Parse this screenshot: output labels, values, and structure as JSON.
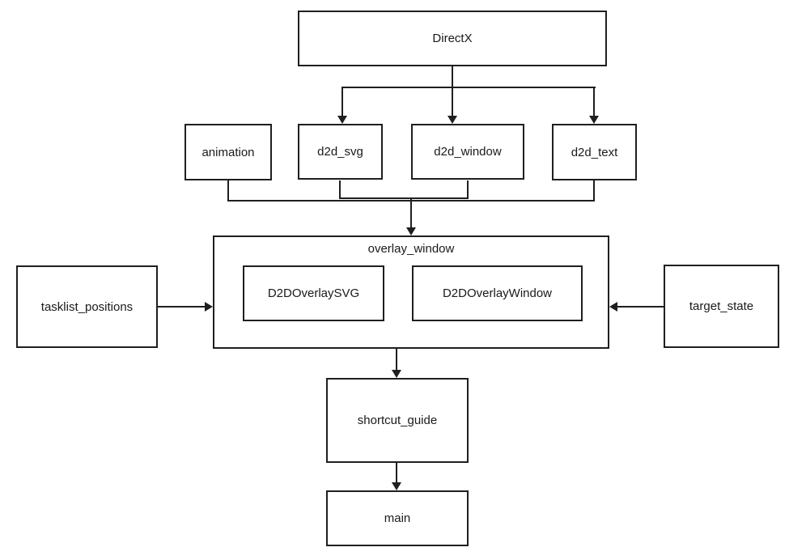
{
  "diagram": {
    "background": "#ffffff",
    "line_color": "#1f1f1f",
    "text_color": "#1a1a1a",
    "nodes": {
      "directx": {
        "label": "DirectX"
      },
      "animation": {
        "label": "animation"
      },
      "d2d_svg": {
        "label": "d2d_svg"
      },
      "d2d_window": {
        "label": "d2d_window"
      },
      "d2d_text": {
        "label": "d2d_text"
      },
      "overlay_window": {
        "label": "overlay_window"
      },
      "d2d_overlay_svg": {
        "label": "D2DOverlaySVG"
      },
      "d2d_overlay_window": {
        "label": "D2DOverlayWindow"
      },
      "tasklist_positions": {
        "label": "tasklist_positions"
      },
      "target_state": {
        "label": "target_state"
      },
      "shortcut_guide": {
        "label": "shortcut_guide"
      },
      "main": {
        "label": "main"
      }
    },
    "containment": [
      {
        "parent": "overlay_window",
        "children": [
          "D2DOverlaySVG",
          "D2DOverlayWindow"
        ]
      }
    ],
    "edges": [
      {
        "from": "DirectX",
        "to": "d2d_svg",
        "arrow": "down"
      },
      {
        "from": "DirectX",
        "to": "d2d_window",
        "arrow": "down"
      },
      {
        "from": "DirectX",
        "to": "d2d_text",
        "arrow": "down"
      },
      {
        "from": "animation",
        "to": "overlay_window",
        "arrow": "down"
      },
      {
        "from": "d2d_svg",
        "to": "overlay_window",
        "arrow": "down"
      },
      {
        "from": "d2d_window",
        "to": "overlay_window",
        "arrow": "down"
      },
      {
        "from": "d2d_text",
        "to": "overlay_window",
        "arrow": "down"
      },
      {
        "from": "tasklist_positions",
        "to": "overlay_window",
        "arrow": "right"
      },
      {
        "from": "target_state",
        "to": "overlay_window",
        "arrow": "left"
      },
      {
        "from": "overlay_window",
        "to": "shortcut_guide",
        "arrow": "down"
      },
      {
        "from": "shortcut_guide",
        "to": "main",
        "arrow": "down"
      }
    ]
  }
}
